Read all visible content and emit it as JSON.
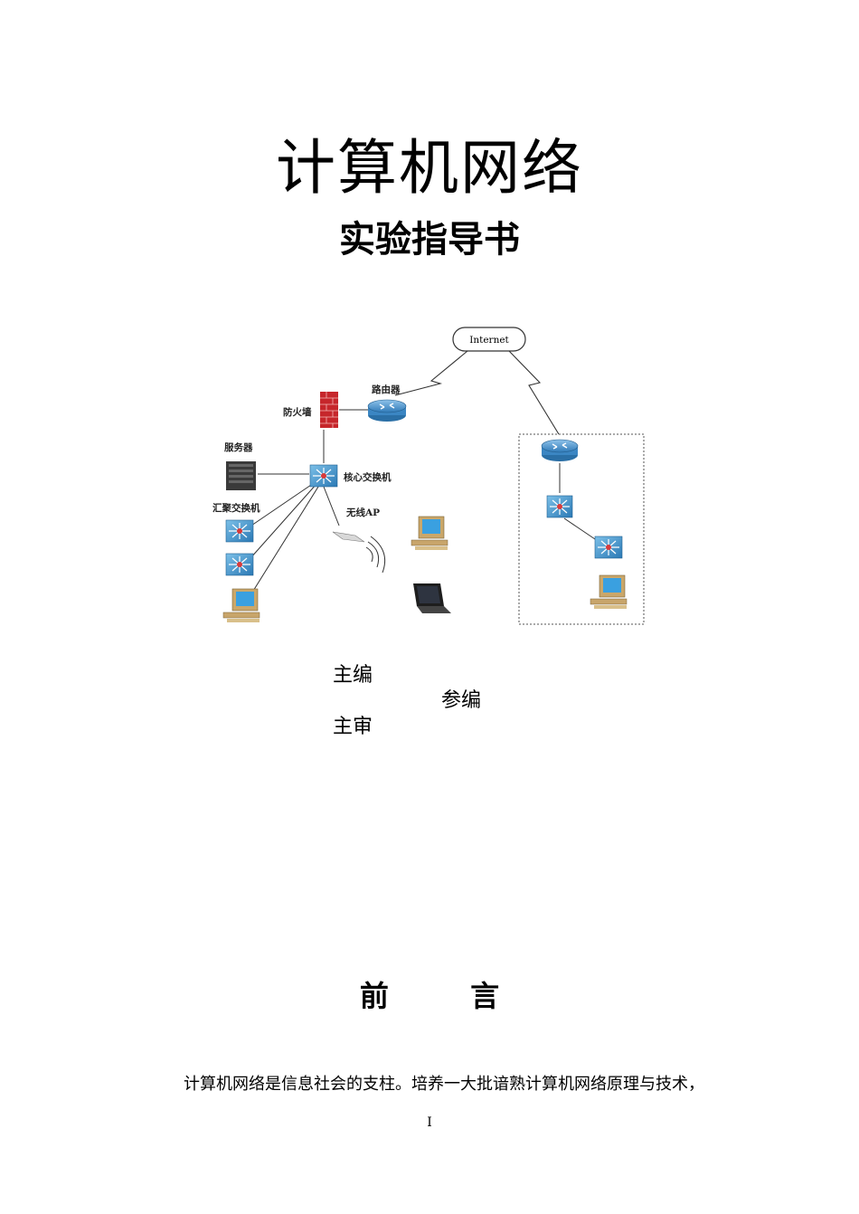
{
  "title": "计算机网络",
  "subtitle": "实验指导书",
  "diagram": {
    "internet": "Internet",
    "router": "路由器",
    "firewall": "防火墙",
    "server": "服务器",
    "core_switch": "核心交换机",
    "aggregation_switch": "汇聚交换机",
    "wireless_ap": "无线AP"
  },
  "credits": {
    "chief_editor": "主编",
    "co_editor": "参编",
    "chief_reviewer": "主审"
  },
  "preface": {
    "title_left": "前",
    "title_right": "言",
    "text": "计算机网络是信息社会的支柱。培养一大批谙熟计算机网络原理与技术，"
  },
  "page_number": "I"
}
